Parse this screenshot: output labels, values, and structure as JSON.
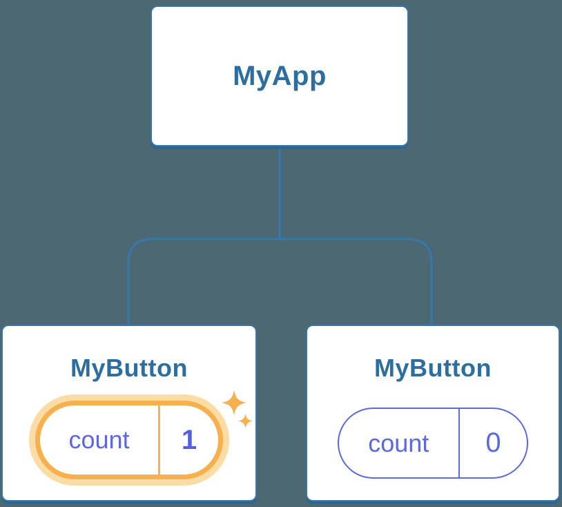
{
  "colors": {
    "background": "#4C6873",
    "node-fill": "#FFFFFF",
    "node-border": "#3876A8",
    "node-shadow": "#2E6490",
    "heading-text": "#2E6E9E",
    "state-indigo": "#5B68DF",
    "state-value-bold": "#5560DC",
    "highlight-orange": "#F6B14E",
    "highlight-halo": "#FBDCA4"
  },
  "icons": {
    "sparkle": "four-point-star"
  },
  "tree": {
    "root": {
      "label": "MyApp"
    },
    "children": [
      {
        "label": "MyButton",
        "highlighted": true,
        "state": {
          "key": "count",
          "value": "1"
        }
      },
      {
        "label": "MyButton",
        "highlighted": false,
        "state": {
          "key": "count",
          "value": "0"
        }
      }
    ]
  }
}
